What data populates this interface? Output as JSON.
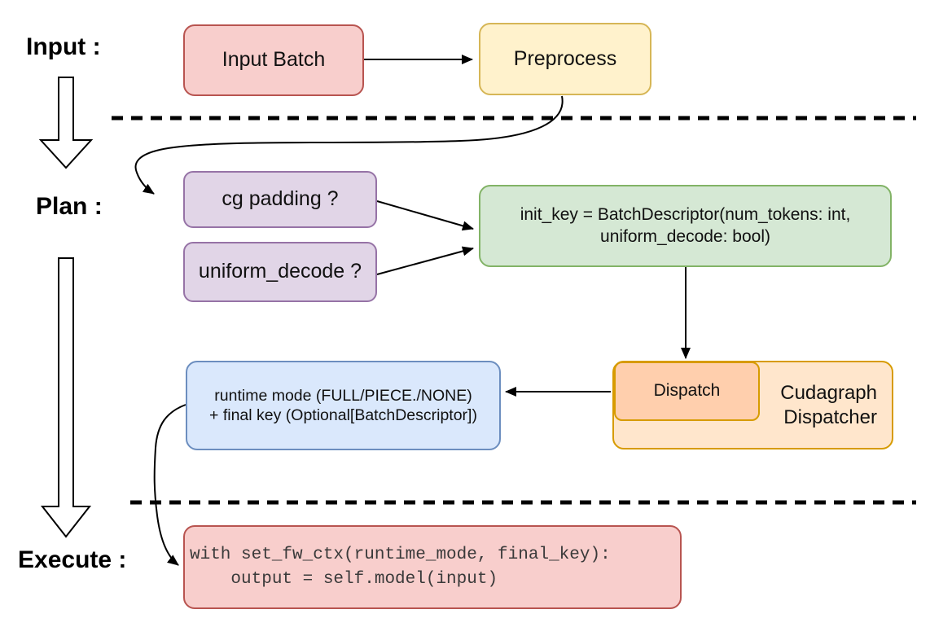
{
  "diagram": {
    "stages": {
      "input_label": "Input :",
      "plan_label": "Plan :",
      "execute_label": "Execute :"
    },
    "nodes": {
      "input_batch": {
        "label": "Input Batch",
        "fill": "#f8cecc",
        "stroke": "#b85450"
      },
      "preprocess": {
        "label": "Preprocess",
        "fill": "#fff2cc",
        "stroke": "#d6b656"
      },
      "cg_padding": {
        "label": "cg padding ?",
        "fill": "#e1d5e7",
        "stroke": "#9673a6"
      },
      "uniform_decode": {
        "label": "uniform_decode ?",
        "fill": "#e1d5e7",
        "stroke": "#9673a6"
      },
      "init_key": {
        "line1": "init_key = BatchDescriptor(num_tokens: int,",
        "line2": "uniform_decode: bool)",
        "fill": "#d5e8d4",
        "stroke": "#82b366"
      },
      "runtime_result": {
        "line1": "runtime mode (FULL/PIECE./NONE)",
        "line2": "+ final key (Optional[BatchDescriptor])",
        "fill": "#dae8fc",
        "stroke": "#6c8ebf"
      },
      "dispatch": {
        "label": "Dispatch",
        "fill": "#ffcfad",
        "stroke": "#d79b00"
      },
      "cudagraph_dispatcher": {
        "line1": "Cudagraph",
        "line2": "Dispatcher",
        "fill": "#ffe6cc",
        "stroke": "#d79b00"
      },
      "execute_code": {
        "line1": "with set_fw_ctx(runtime_mode, final_key):",
        "line2": "    output = self.model(input)",
        "fill": "#f8cecc",
        "stroke": "#b85450"
      }
    },
    "connector_color": "#000000"
  }
}
